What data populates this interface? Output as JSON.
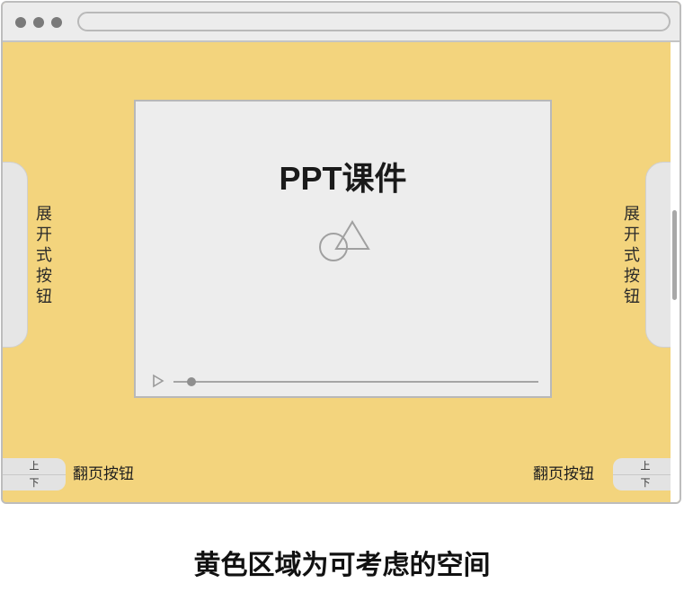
{
  "slide": {
    "title": "PPT课件",
    "progress_fraction": 0.05
  },
  "side_buttons": {
    "left_label": "展开式按钮",
    "right_label": "展开式按钮"
  },
  "page_buttons": {
    "left": {
      "up": "上",
      "down": "下",
      "label": "翻页按钮"
    },
    "right": {
      "up": "上",
      "down": "下",
      "label": "翻页按钮"
    }
  },
  "caption": "黄色区域为可考虑的空间",
  "colors": {
    "space_yellow": "#f3d47d",
    "panel_gray": "#ededed",
    "chrome_gray": "#ececec"
  },
  "icons": {
    "slide_graphic": "circle-triangle-icon",
    "play": "play-icon"
  }
}
